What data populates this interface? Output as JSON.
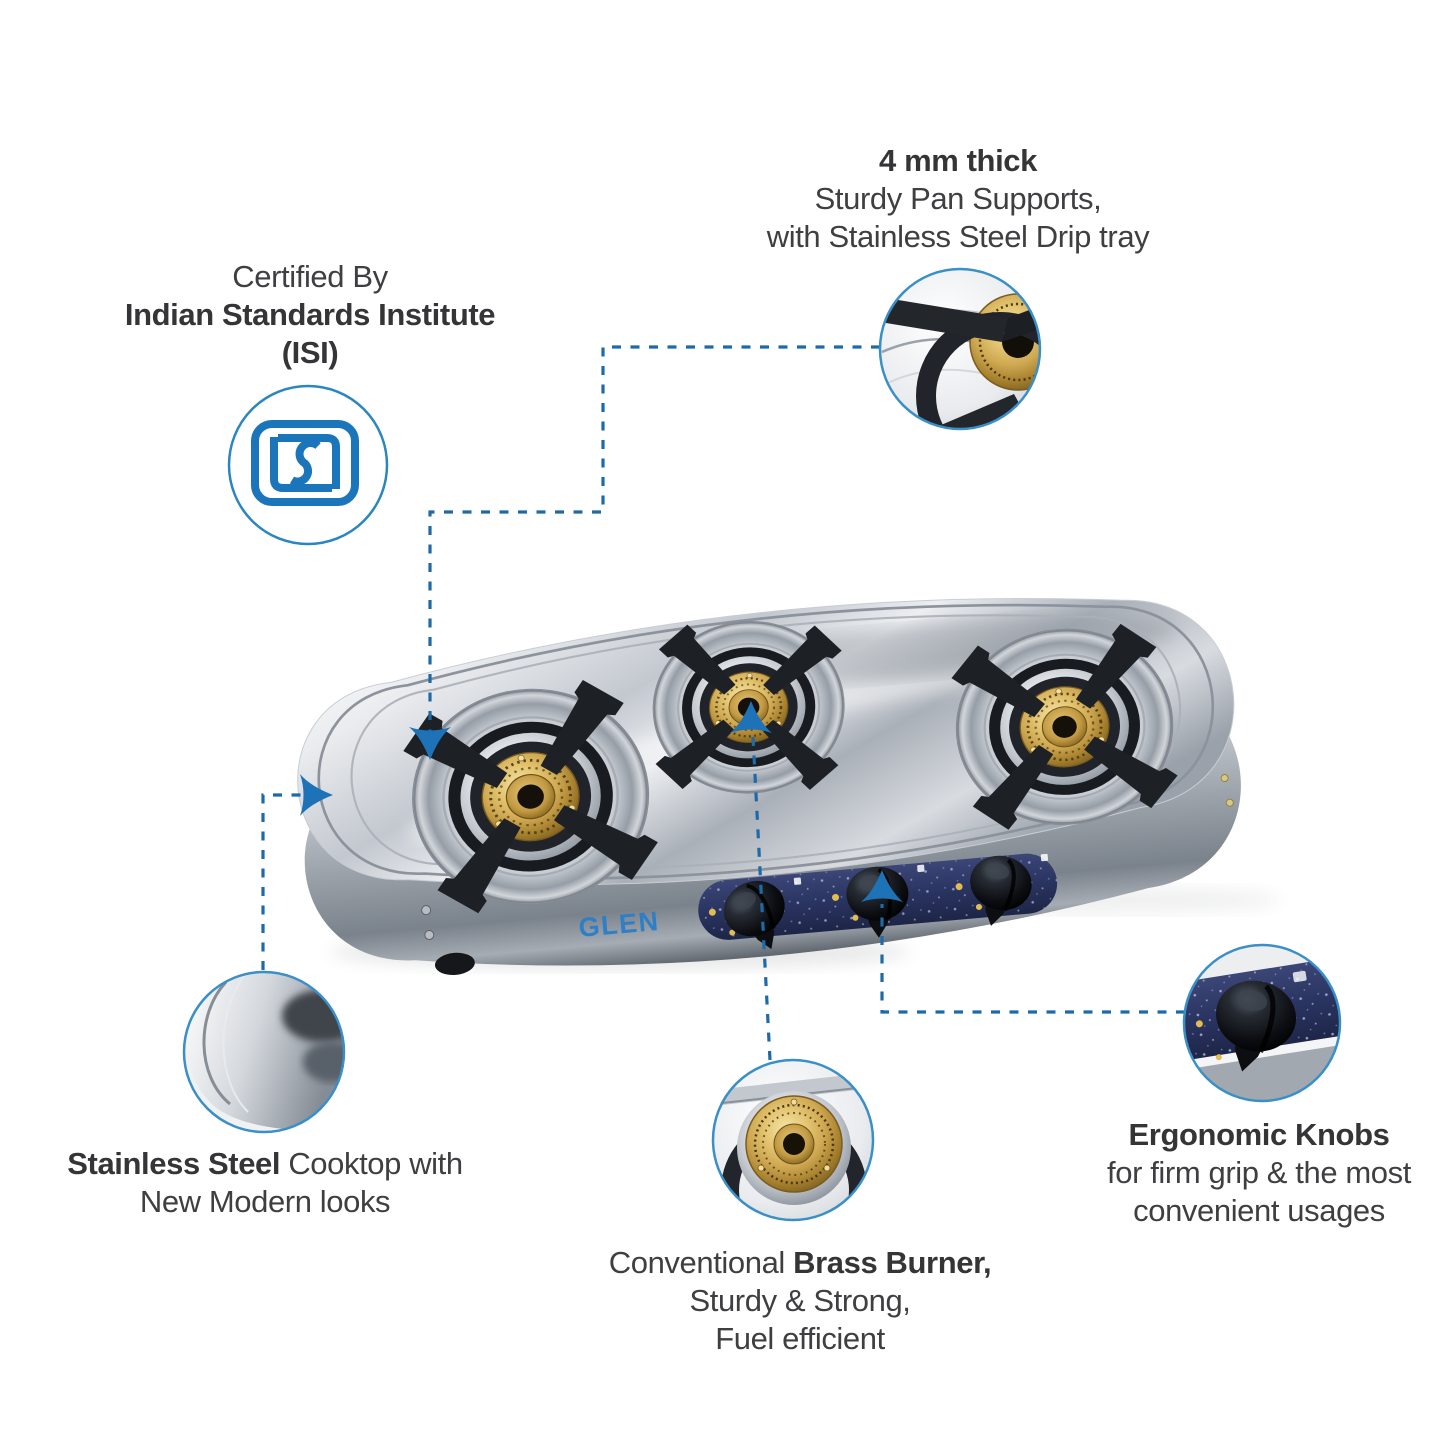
{
  "product": {
    "brand": "GLEN"
  },
  "callouts": {
    "pan_supports": {
      "title": "4 mm thick",
      "line2": "Sturdy Pan Supports,",
      "line3": "with Stainless Steel Drip tray"
    },
    "certified": {
      "line1": "Certified By",
      "line2": "Indian Standards Institute",
      "line3": "(ISI)"
    },
    "stainless": {
      "bold": "Stainless Steel",
      "after": " Cooktop with",
      "line2": "New Modern looks"
    },
    "brass": {
      "before": "Conventional ",
      "bold": "Brass Burner,",
      "line2": "Sturdy & Strong,",
      "line3": "Fuel efficient"
    },
    "knobs": {
      "title": "Ergonomic Knobs",
      "line2": "for firm grip & the most",
      "line3": "convenient usages"
    }
  },
  "colors": {
    "accent_blue": "#1e73b8",
    "leader_line_blue": "#1e6aa8",
    "bubble_border_blue": "#3a8fc7",
    "brand_blue": "#2e7fc6",
    "isi_blue": "#1b75bb",
    "panel_navy": "#2a3461",
    "brass": "#cfa852",
    "text": "#3f3f42"
  }
}
